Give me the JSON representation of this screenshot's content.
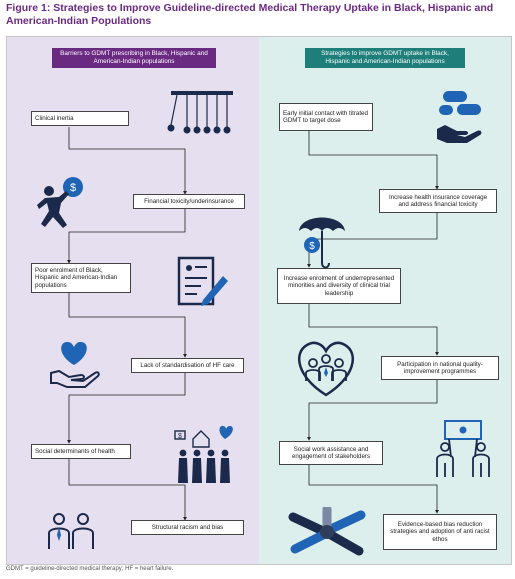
{
  "figure_title": "Figure 1: Strategies to Improve Guideline-directed Medical Therapy Uptake in Black, Hispanic and American-Indian Populations",
  "left_panel": {
    "header": "Barriers to GDMT prescribing in Black, Hispanic and American-Indian populations",
    "items": [
      "Clinical inertia",
      "Financial toxicity/underinsurance",
      "Poor enrolment of Black, Hispanic and American-Indian populations",
      "Lack of standardisation of HF care",
      "Social determinants of health",
      "Structural racism and bias"
    ]
  },
  "right_panel": {
    "header": "Strategies to improve GDMT uptake in Black, Hispanic and American-Indian populations",
    "items": [
      "Early initial contact with titrated GDMT to target dose",
      "Increase health insurance coverage and address financial toxicity",
      "Increase enrolment of underrepresented minorities and diversity of clinical trial leadership",
      "Participation in national quality-improvement programmes",
      "Social work assistance and engagement of stakeholders",
      "Evidence-based bias reduction strategies and adoption of anti racist ethos"
    ]
  },
  "icons": {
    "left": [
      "newtons-cradle-icon",
      "person-carrying-money-icon",
      "document-signing-icon",
      "heart-in-hand-icon",
      "community-icon",
      "people-icon"
    ],
    "right": [
      "pills-in-hand-icon",
      "umbrella-money-icon",
      "people-in-heart-icon",
      "puzzle-team-icon",
      "joined-hands-icon"
    ]
  },
  "colors": {
    "title": "#6b2a82",
    "left_bg": "#e6dff0",
    "right_bg": "#dcefec",
    "left_header": "#6b2a82",
    "right_header": "#1e7f7a",
    "icon_dark": "#1b2a4a",
    "icon_blue": "#1f64b5"
  },
  "footnote": "GDMT = guideline-directed medical therapy; HF = heart failure."
}
